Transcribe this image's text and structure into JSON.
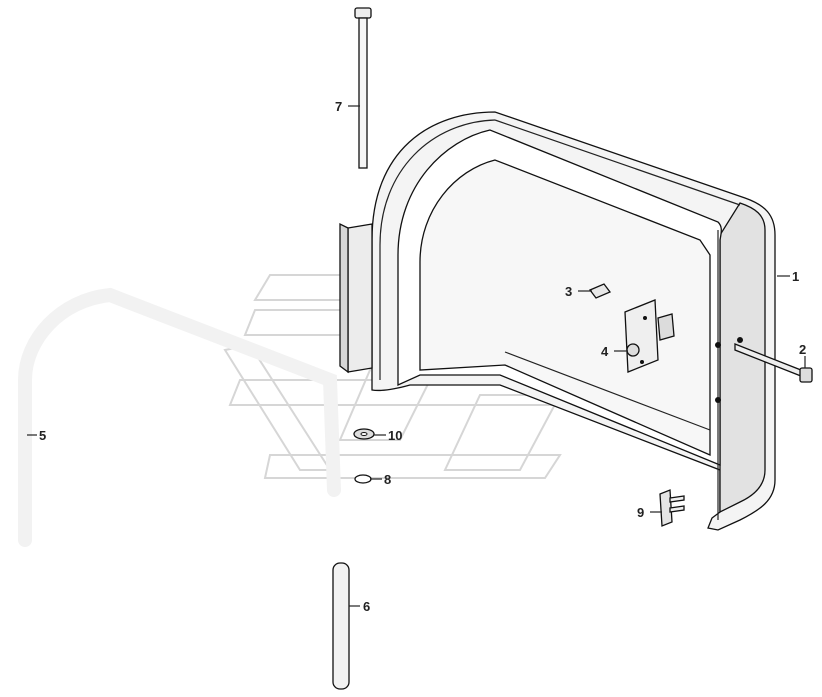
{
  "diagram": {
    "callouts": [
      {
        "id": "c1",
        "text": "1"
      },
      {
        "id": "c2",
        "text": "2"
      },
      {
        "id": "c3",
        "text": "3"
      },
      {
        "id": "c4",
        "text": "4"
      },
      {
        "id": "c5",
        "text": "5"
      },
      {
        "id": "c6",
        "text": "6"
      },
      {
        "id": "c7",
        "text": "7"
      },
      {
        "id": "c8",
        "text": "8"
      },
      {
        "id": "c9",
        "text": "9"
      },
      {
        "id": "c10",
        "text": "10"
      }
    ],
    "colors": {
      "line": "#111111",
      "fill": "#f3f3f3",
      "shade": "#d9d9d9",
      "watermark": "#d6d6d6"
    }
  }
}
